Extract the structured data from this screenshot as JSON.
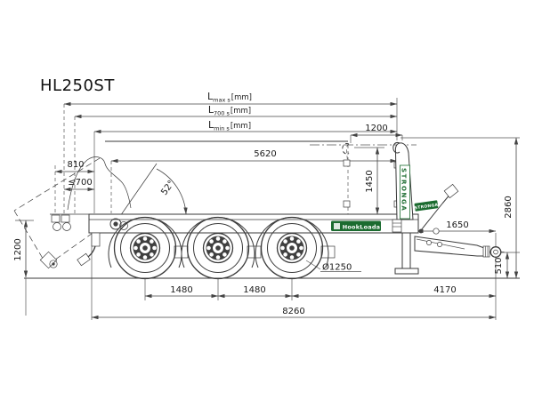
{
  "title": "HL250ST",
  "branding": {
    "arm_label": "STRONGA",
    "cylinder_label": "STRONGA",
    "chassis_badge": "HookLoada",
    "brand_green": "#1b6b2f"
  },
  "length_labels": {
    "lmax": {
      "base": "L",
      "sub": "max s",
      "unit": "[mm]"
    },
    "l700": {
      "base": "L",
      "sub": "700 s",
      "unit": "[mm]"
    },
    "lmin": {
      "base": "L",
      "sub": "min s",
      "unit": "[mm]"
    }
  },
  "dimensions": {
    "load_length": "5620",
    "hook_travel": "1200",
    "hook_to_deck": "1450",
    "overall_height": "2860",
    "drawbar_length": "1650",
    "eye_height": "510",
    "rear_offset_max": "810",
    "rear_offset_limit": "≤700",
    "tipped_rear_height": "1200",
    "tip_angle": "52°",
    "tyre_diameter": "Ø1250",
    "axle_spacing_1": "1480",
    "axle_spacing_2": "1480",
    "axle_to_eye": "4170",
    "overall_length": "8260"
  }
}
